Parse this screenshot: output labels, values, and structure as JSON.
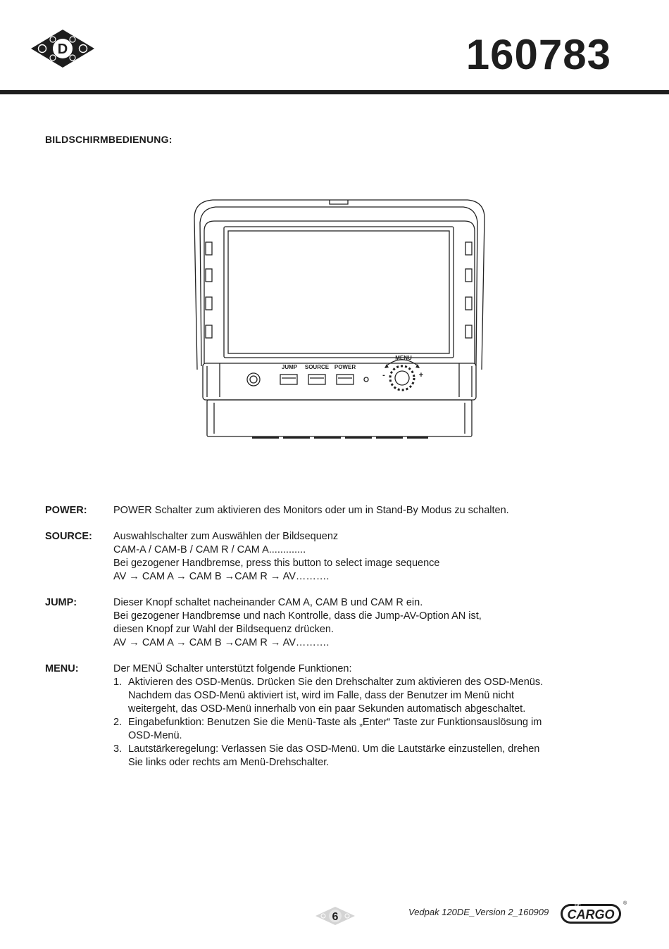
{
  "header": {
    "logo_letter": "D",
    "part_number": "160783"
  },
  "section_title": "BILDSCHIRMBEDIENUNG:",
  "figure": {
    "button_labels": [
      "JUMP",
      "SOURCE",
      "POWER"
    ],
    "menu_label": "MENU",
    "minus": "-",
    "plus": "+"
  },
  "descriptions": {
    "power": {
      "term": "POWER:",
      "lines": [
        "POWER Schalter zum aktivieren des Monitors oder um in Stand-By Modus zu schalten."
      ]
    },
    "source": {
      "term": "SOURCE:",
      "lines": [
        "Auswahlschalter zum Auswählen der Bildsequenz",
        "CAM-A / CAM-B / CAM R / CAM A.............",
        "Bei gezogener Handbremse, press this button to select image sequence",
        "AV → CAM A → CAM B →CAM R → AV………."
      ]
    },
    "jump": {
      "term": "JUMP:",
      "lines": [
        "Dieser Knopf schaltet nacheinander CAM A, CAM B und CAM R ein.",
        "Bei gezogener Handbremse und nach Kontrolle, dass die Jump-AV-Option AN ist,",
        "diesen Knopf zur Wahl der Bildsequenz drücken.",
        "AV → CAM A → CAM B →CAM R → AV………."
      ]
    },
    "menu": {
      "term": "MENU:",
      "intro": "Der MENÜ Schalter unterstützt folgende Funktionen:",
      "items": [
        {
          "num": "1.",
          "lines": [
            "Aktivieren des OSD-Menüs. Drücken Sie den Drehschalter zum aktivieren des OSD-Menüs.",
            "Nachdem das OSD-Menü aktiviert ist, wird im Falle, dass der Benutzer im Menü nicht",
            "weitergeht, das OSD-Menü innerhalb von ein paar Sekunden automatisch abgeschaltet."
          ]
        },
        {
          "num": "2.",
          "lines": [
            "Eingabefunktion: Benutzen Sie die Menü-Taste als „Enter“ Taste zur Funktionsauslösung im",
            "OSD-Menü."
          ]
        },
        {
          "num": "3.",
          "lines": [
            "Lautstärkeregelung: Verlassen Sie das OSD-Menü. Um die Lautstärke einzustellen, drehen",
            "Sie links oder rechts am Menü-Drehschalter."
          ]
        }
      ]
    }
  },
  "footer": {
    "page_number": "6",
    "version": "Vedpak 120DE_Version 2_160909",
    "brand_logo_text": "CARGO",
    "brand_logo_small": "HC",
    "brand_registered": "®"
  }
}
